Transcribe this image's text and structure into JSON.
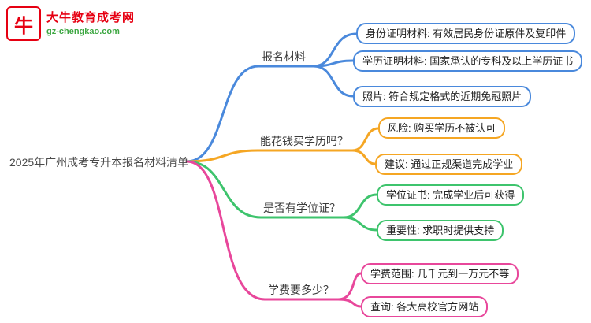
{
  "logo": {
    "title": "大牛教育成考网",
    "subtitle": "gz-chengkao.com",
    "icon_char": "牛",
    "title_color": "#e60012",
    "icon_color": "#e60012",
    "subtitle_color": "#3da742"
  },
  "root": {
    "label": "2025年广州成考专升本报名材料清单"
  },
  "branches": [
    {
      "label": "报名材料",
      "color": "#4a89dc",
      "children": [
        "身份证明材料: 有效居民身份证原件及复印件",
        "学历证明材料: 国家承认的专科及以上学历证书",
        "照片: 符合规定格式的近期免冠照片"
      ]
    },
    {
      "label": "能花钱买学历吗？",
      "color": "#f5a623",
      "children": [
        "风险: 购买学历不被认可",
        "建议: 通过正规渠道完成学业"
      ]
    },
    {
      "label": "是否有学位证？",
      "color": "#3ec46d",
      "children": [
        "学位证书: 完成学业后可获得",
        "重要性: 求职时提供支持"
      ]
    },
    {
      "label": "学费要多少？",
      "color": "#e8479b",
      "children": [
        "学费范围: 几千元到一万元不等",
        "查询: 各大高校官方网站"
      ]
    }
  ]
}
